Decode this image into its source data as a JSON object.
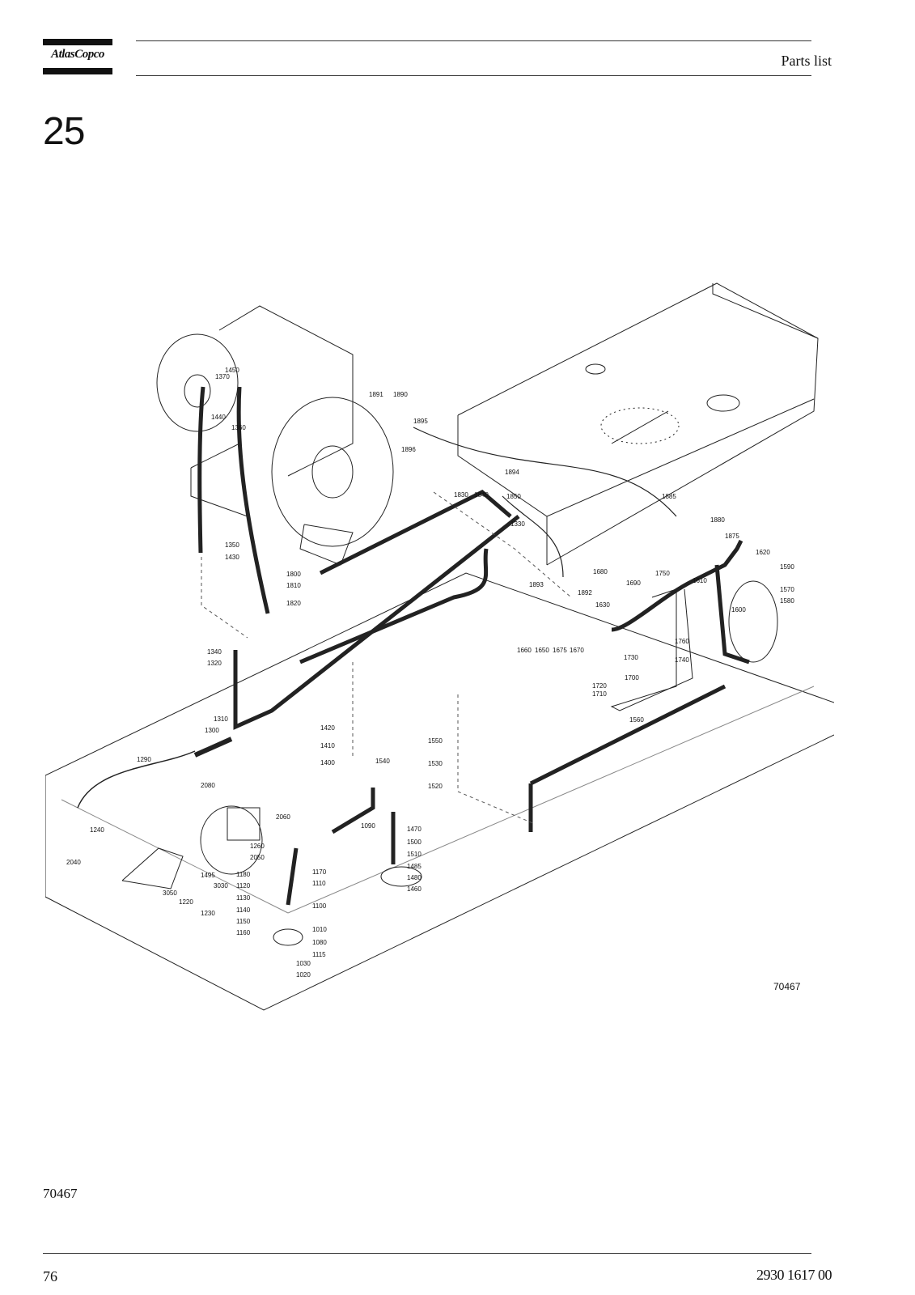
{
  "header": {
    "logo_text": "AtlasCopco",
    "title": "Parts list"
  },
  "section_number": "25",
  "drawing": {
    "figure_number": "70467",
    "callouts": [
      "1370",
      "1450",
      "1440",
      "1360",
      "1891",
      "1890",
      "1895",
      "1896",
      "1894",
      "1830",
      "1840",
      "1850",
      "1330",
      "1885",
      "1880",
      "1875",
      "1620",
      "1590",
      "1570",
      "1580",
      "1600",
      "1350",
      "1430",
      "1800",
      "1810",
      "1820",
      "1893",
      "1892",
      "1680",
      "1690",
      "1750",
      "1610",
      "1630",
      "1660",
      "1650",
      "1675",
      "1670",
      "1340",
      "1320",
      "1760",
      "1740",
      "1730",
      "1720",
      "1710",
      "1700",
      "1310",
      "1300",
      "1420",
      "1410",
      "1400",
      "1550",
      "1540",
      "1530",
      "1520",
      "1560",
      "1290",
      "2080",
      "1240",
      "2040",
      "1260",
      "2050",
      "2060",
      "1090",
      "1470",
      "1500",
      "1510",
      "1485",
      "1480",
      "1460",
      "1495",
      "3030",
      "3050",
      "1220",
      "1230",
      "1180",
      "1120",
      "1130",
      "1140",
      "1150",
      "1160",
      "1170",
      "1110",
      "1100",
      "1010",
      "1080",
      "1115",
      "1030",
      "1020"
    ]
  },
  "figure_reference": "70467",
  "footer": {
    "page_number": "76",
    "document_number": "2930 1617 00"
  }
}
